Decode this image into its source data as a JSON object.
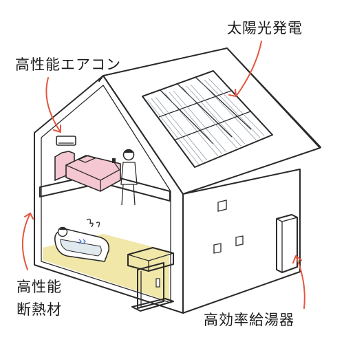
{
  "labels": {
    "solar": "太陽光発電",
    "aircon": "高性能エアコン",
    "insulation_line1": "高性能",
    "insulation_line2": "断熱材",
    "water_heater": "高効率給湯器"
  },
  "colors": {
    "wall_fill": "#ffffff",
    "interior_fill": "#f7f1c6",
    "interior_dark": "#f1e7a9",
    "bed_pink": "#f4c7d2",
    "panel_fill": "#d4dbe4",
    "arrow": "#e4573f",
    "line": "#2a2a2a"
  },
  "icons": [
    "solar-panel-icon",
    "air-conditioner-icon",
    "bed-icon",
    "person-icon",
    "bathtub-icon",
    "water-heater-icon",
    "door-icon",
    "window-icon"
  ]
}
